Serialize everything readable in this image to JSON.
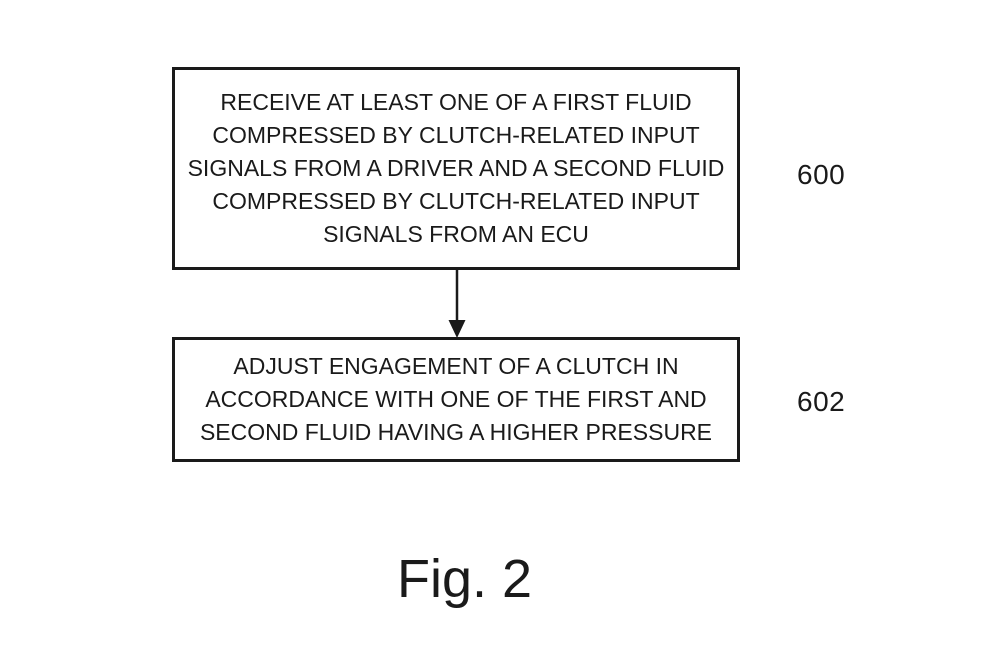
{
  "figure": {
    "caption": "Fig. 2",
    "steps": [
      {
        "text": "RECEIVE AT LEAST ONE OF A FIRST FLUID COMPRESSED BY CLUTCH-RELATED INPUT SIGNALS FROM A DRIVER AND A SECOND FLUID COMPRESSED BY CLUTCH-RELATED INPUT SIGNALS FROM AN ECU",
        "ref": "600"
      },
      {
        "text": "ADJUST ENGAGEMENT OF A CLUTCH IN ACCORDANCE WITH ONE OF THE FIRST AND SECOND FLUID HAVING A HIGHER PRESSURE",
        "ref": "602"
      }
    ],
    "connector": "arrow-down",
    "colors": {
      "ink": "#1a1a1a",
      "background": "#ffffff"
    }
  }
}
